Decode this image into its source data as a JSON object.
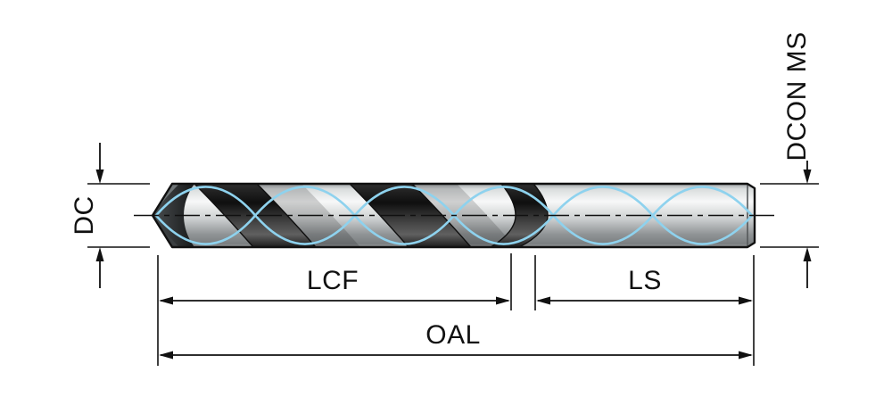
{
  "diagram": {
    "labels": {
      "dc": "DC",
      "dcon_ms": "DCON MS",
      "lcf": "LCF",
      "ls": "LS",
      "oal": "OAL"
    },
    "colors": {
      "line": "#111111",
      "flute_highlight": "#8ed2ee",
      "background": "#ffffff"
    }
  }
}
